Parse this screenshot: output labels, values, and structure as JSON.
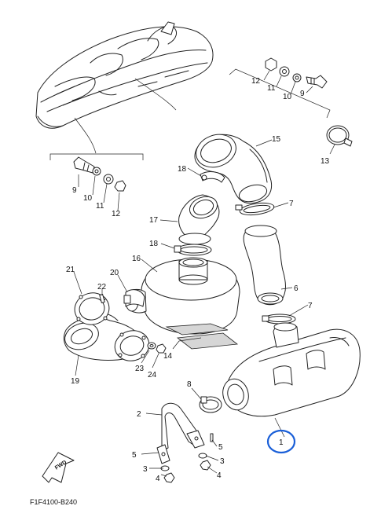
{
  "diagram": {
    "code": "F1F4100-B240",
    "fwd_label": "FWD",
    "highlighted_callout": "1",
    "highlight_color": "#1a5fd8",
    "callouts": {
      "c1": "1",
      "c2": "2",
      "c3a": "3",
      "c3b": "3",
      "c4a": "4",
      "c4b": "4",
      "c5a": "5",
      "c5b": "5",
      "c6": "6",
      "c7a": "7",
      "c7b": "7",
      "c8": "8",
      "c9a": "9",
      "c9b": "9",
      "c10a": "10",
      "c10b": "10",
      "c11a": "11",
      "c11b": "11",
      "c12a": "12",
      "c12b": "12",
      "c13": "13",
      "c14": "14",
      "c15": "15",
      "c16": "16",
      "c17": "17",
      "c18a": "18",
      "c18b": "18",
      "c19": "19",
      "c20": "20",
      "c21": "21",
      "c22": "22",
      "c23": "23",
      "c24": "24"
    }
  }
}
